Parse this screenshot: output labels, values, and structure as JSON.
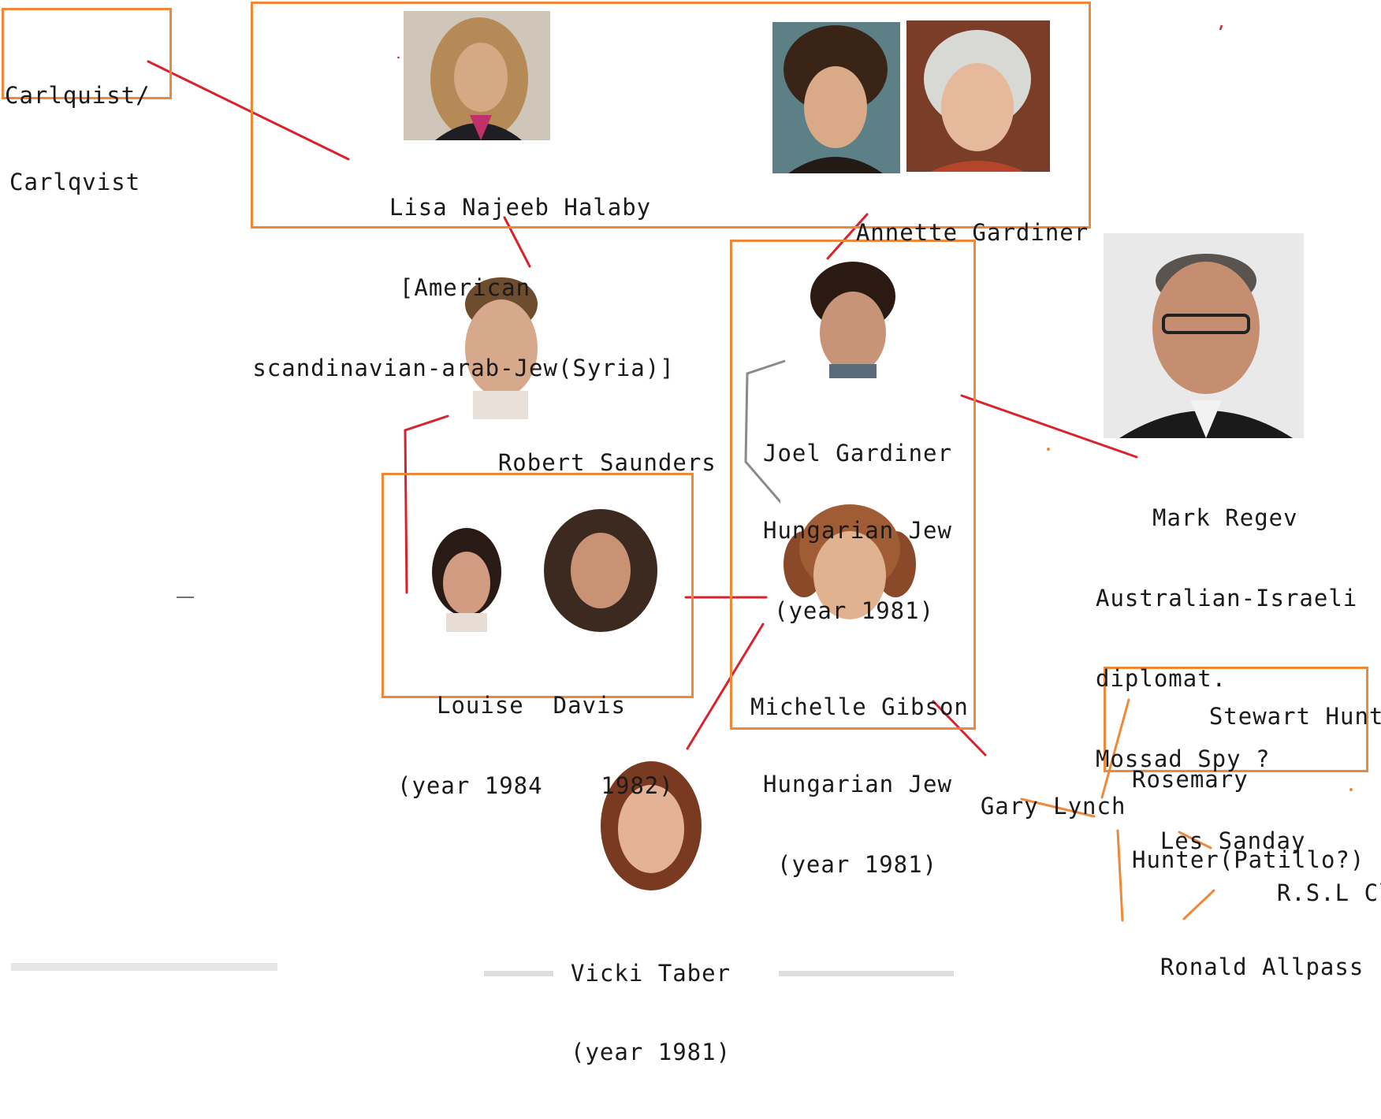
{
  "colors": {
    "orange": "#f0883a",
    "red": "#d9232a",
    "gray": "#8a8a8a",
    "text": "#1a1a1a"
  },
  "people": {
    "carlquist": {
      "line1": "Carlquist/",
      "line2": "Carlqvist"
    },
    "lisa": {
      "line1": "Lisa Najeeb Halaby",
      "line2": "[American",
      "line3": "scandinavian-arab-Jew(Syria)]"
    },
    "annette": {
      "name": "Annette Gardiner"
    },
    "robert": {
      "name": "Robert Saunders"
    },
    "joel": {
      "line1": "Joel Gardiner",
      "line2": "Hungarian Jew",
      "line3": "(year 1981)"
    },
    "mark": {
      "line1": "Mark Regev",
      "line2": "Australian-Israeli",
      "line3": "diplomat.",
      "line4": "Mossad Spy ?"
    },
    "louise_davis": {
      "line1": "Louise  Davis",
      "line2": "(year 1984    1982)"
    },
    "michelle": {
      "line1": "Michelle Gibson",
      "line2": "Hungarian Jew",
      "line3": "(year 1981)"
    },
    "vicki": {
      "line1": "Vicki Taber",
      "line2": "(year 1981)"
    },
    "gary": {
      "name": "Gary Lynch"
    },
    "stewart": {
      "name": "Stewart Hunter"
    },
    "rosemary": {
      "line1": "Rosemary",
      "line2": "Hunter(Patillo?)"
    },
    "les": {
      "name": "Les Sanday"
    },
    "rsl": {
      "name": "R.S.L Club"
    },
    "ronald": {
      "name": "Ronald Allpass"
    }
  }
}
